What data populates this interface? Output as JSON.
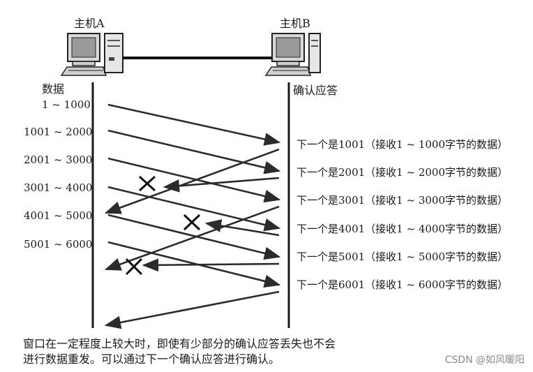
{
  "hosts": {
    "a": "主机A",
    "b": "主机B"
  },
  "left_heading": "数据",
  "right_heading": "确认应答",
  "data_ranges": [
    "1 ~ 1000",
    "1001 ~ 2000",
    "2001 ~ 3000",
    "3001 ~ 4000",
    "4001 ~ 5000",
    "5001 ~ 6000"
  ],
  "ack_labels": [
    "下一个是1001（接收1 ~ 1000字节的数据）",
    "下一个是2001（接收1 ~ 2000字节的数据）",
    "下一个是3001（接收1 ~ 3000字节的数据）",
    "下一个是4001（接收1 ~ 4000字节的数据）",
    "下一个是5001（接收1 ~ 5000字节的数据）",
    "下一个是6001（接收1 ~ 6000字节的数据）"
  ],
  "lost_acks": [
    "下一个是2001",
    "下一个是4001",
    "下一个是5001"
  ],
  "caption": {
    "line1": "窗口在一定程度上较大时，即使有少部分的确认应答丢失也不会",
    "line2": "进行数据重发。可以通过下一个确认应答进行确认。"
  },
  "watermark": "CSDN @如风暖阳",
  "colors": {
    "line": "#2b2b2b",
    "timeline": "#1a1a1a",
    "lost_mark": "#111111"
  }
}
